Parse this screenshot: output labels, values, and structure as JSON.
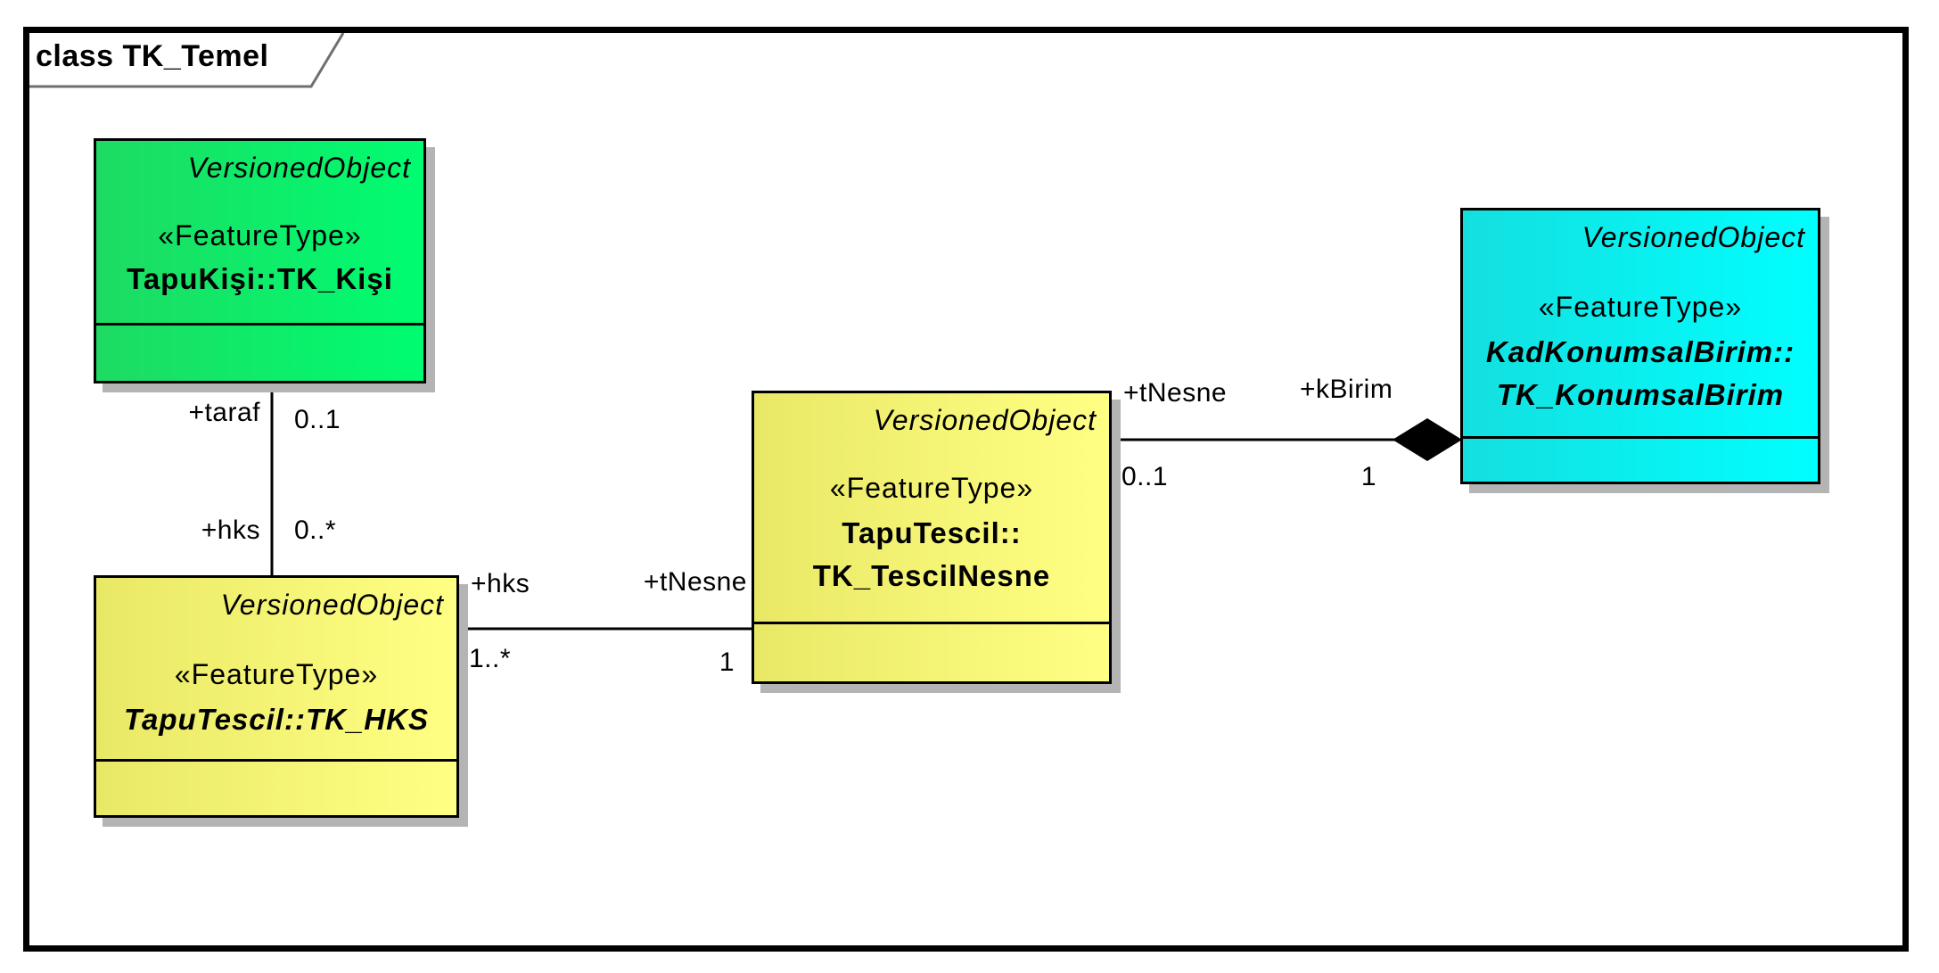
{
  "diagram": {
    "title": "class TK_Temel",
    "classes": {
      "tk_kisi": {
        "parent": "VersionedObject",
        "stereotype": "«FeatureType»",
        "name1": "TapuKişi::TK_Kişi",
        "name2": ""
      },
      "tk_hks": {
        "parent": "VersionedObject",
        "stereotype": "«FeatureType»",
        "name1": "TapuTescil::TK_HKS",
        "name2": ""
      },
      "tk_tescilnesne": {
        "parent": "VersionedObject",
        "stereotype": "«FeatureType»",
        "name1": "TapuTescil::",
        "name2": "TK_TescilNesne"
      },
      "tk_konumsalbirim": {
        "parent": "VersionedObject",
        "stereotype": "«FeatureType»",
        "name1": "KadKonumsalBirim::",
        "name2": "TK_KonumsalBirim"
      }
    },
    "connectors": {
      "kisi_hks": {
        "kisi_end": {
          "role": "+taraf",
          "mult": "0..1"
        },
        "hks_end": {
          "role": "+hks",
          "mult": "0..*"
        }
      },
      "hks_tescil": {
        "hks_end": {
          "role": "+hks",
          "mult": "1..*"
        },
        "tescil_end": {
          "role": "+tNesne",
          "mult": "1"
        }
      },
      "tescil_konumsal": {
        "tescil_end": {
          "role": "+tNesne",
          "mult": "0..1"
        },
        "konumsal_end": {
          "role": "+kBirim",
          "mult": "1"
        },
        "aggregation": "composite"
      }
    },
    "colors": {
      "green_start": "#1edb63",
      "green_end": "#00fc71",
      "yellow_start": "#e9e866",
      "yellow_end": "#ffff84",
      "cyan_start": "#14dfdf",
      "cyan_end": "#00ffff",
      "shadow": "#b4b4b4",
      "line": "#000000",
      "frame_tab_border": "#6f6f6f"
    }
  }
}
